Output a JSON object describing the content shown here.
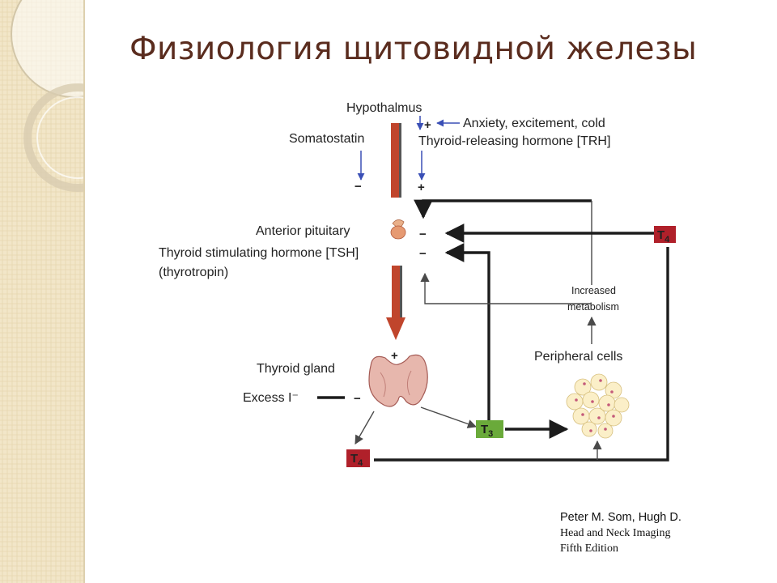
{
  "slide": {
    "title": "Физиология щитовидной железы",
    "colors": {
      "title": "#5a2c1e",
      "sidebar": "#f2e6c8",
      "t4_badge": "#b0202a",
      "t3_badge": "#6aaa3a",
      "stimulus_arrow": "#c44a2a"
    }
  },
  "diagram": {
    "hypothalmus": "Hypothalmus",
    "somatostatin": "Somatostatin",
    "anxiety": "Anxiety, excitement, cold",
    "trh": "Thyroid-releasing hormone [TRH]",
    "anterior_pituitary": "Anterior pituitary",
    "tsh_line1": "Thyroid stimulating hormone [TSH]",
    "tsh_line2": "(thyrotropin)",
    "increased": "Increased",
    "metabolism": "metabolism",
    "peripheral_cells": "Peripheral cells",
    "thyroid_gland": "Thyroid gland",
    "excess_iodide": "Excess I⁻",
    "t4_main": "T",
    "t4_main_sub": "4",
    "t4_side": "T",
    "t4_side_sub": "4",
    "t3": "T",
    "t3_sub": "3",
    "signs": {
      "plus": "+",
      "minus": "−"
    }
  },
  "citation": {
    "authors": "Peter M. Som,  Hugh D.",
    "book": "Head and Neck Imaging",
    "edition": "Fifth Edition"
  }
}
